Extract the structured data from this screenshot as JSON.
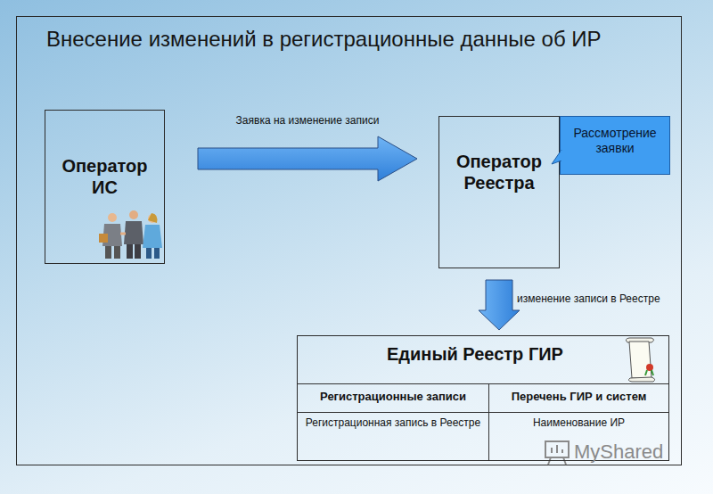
{
  "diagram": {
    "title": "Внесение изменений в регистрационные данные об ИР",
    "nodes": [
      {
        "text": [
          "Оператор ИС"
        ]
      },
      {
        "text": [
          "Оператор Реестра"
        ]
      },
      {
        "text": [
          "Рассмотрение заявки"
        ]
      },
      {
        "text": [
          "Единый Реестр ГИР"
        ]
      }
    ],
    "edges": [
      {
        "from": 0,
        "to": 1,
        "label": "Заявка на изменение записи",
        "arrow": "to"
      },
      {
        "from": 1,
        "to": 3,
        "label": "изменение записи в Реестре",
        "arrow": "to"
      }
    ],
    "labels": [
      "Регистрационные записи",
      "Перечень ГИР и систем",
      "Регистрационная запись в Реестре",
      "Наименование ИР",
      "MyShared"
    ]
  }
}
